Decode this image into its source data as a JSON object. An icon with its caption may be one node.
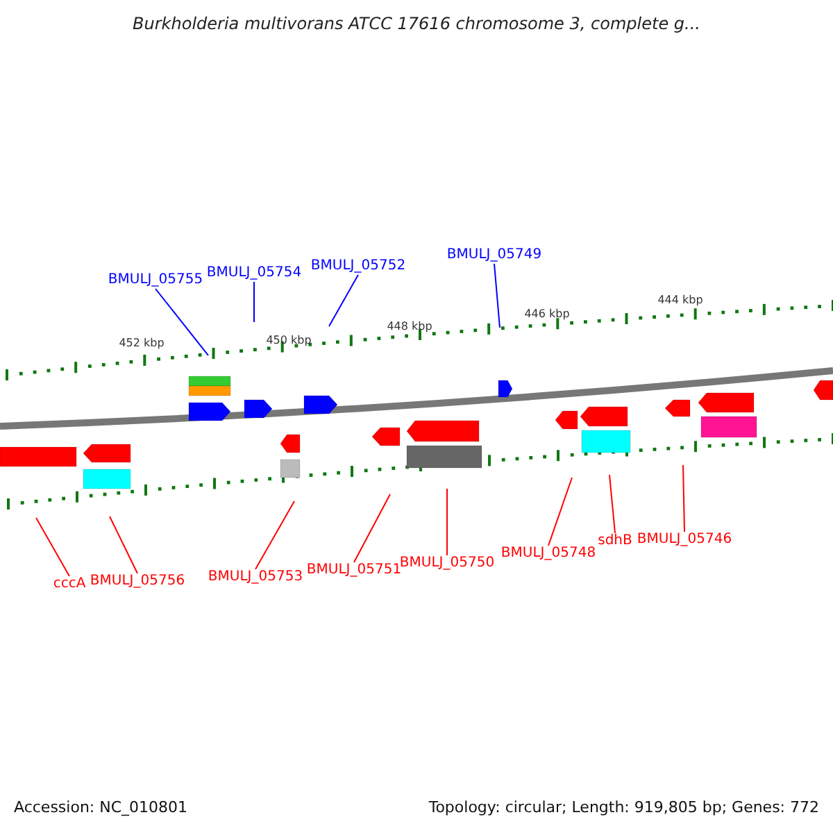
{
  "diagram": {
    "title": "Burkholderia multivorans ATCC 17616 chromosome 3, complete g...",
    "nodes": [
      {
        "text": [
          "BMULJ_05755"
        ]
      },
      {
        "text": [
          "BMULJ_05754"
        ]
      },
      {
        "text": [
          "BMULJ_05752"
        ]
      },
      {
        "text": [
          "BMULJ_05749"
        ]
      },
      {
        "text": [
          "cccA"
        ]
      },
      {
        "text": [
          "BMULJ_05756"
        ]
      },
      {
        "text": [
          "BMULJ_05753"
        ]
      },
      {
        "text": [
          "BMULJ_05751"
        ]
      },
      {
        "text": [
          "BMULJ_05750"
        ]
      },
      {
        "text": [
          "BMULJ_05748"
        ]
      },
      {
        "text": [
          "sdhB"
        ]
      },
      {
        "text": [
          "BMULJ_05746"
        ]
      }
    ],
    "edges": [
      {
        "from": 0,
        "to": null,
        "arrow": "none",
        "color": "#0000ff"
      },
      {
        "from": 1,
        "to": null,
        "arrow": "none",
        "color": "#0000ff"
      },
      {
        "from": 2,
        "to": null,
        "arrow": "none",
        "color": "#0000ff"
      },
      {
        "from": 3,
        "to": null,
        "arrow": "none",
        "color": "#0000ff"
      },
      {
        "from": 4,
        "to": null,
        "arrow": "none"
      },
      {
        "from": 5,
        "to": null,
        "arrow": "none"
      },
      {
        "from": 6,
        "to": null,
        "arrow": "none"
      },
      {
        "from": 7,
        "to": null,
        "arrow": "none"
      },
      {
        "from": 8,
        "to": null,
        "arrow": "none"
      },
      {
        "from": 9,
        "to": null,
        "arrow": "none"
      },
      {
        "from": 10,
        "to": null,
        "arrow": "none"
      },
      {
        "from": 11,
        "to": null,
        "arrow": "none"
      }
    ],
    "labels": [
      "452 kbp",
      "450 kbp",
      "448 kbp",
      "446 kbp",
      "444 kbp",
      "Accession: NC_010801",
      "Topology: circular; Length: 919,805 bp; Genes: 772"
    ]
  }
}
